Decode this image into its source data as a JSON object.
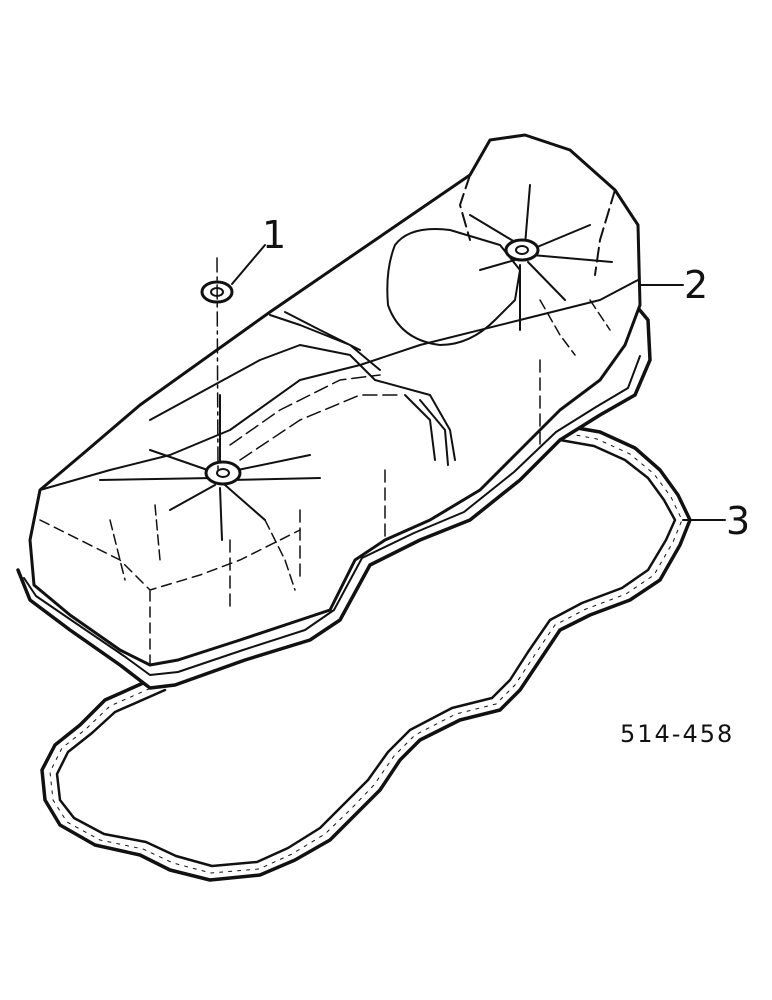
{
  "callouts": [
    {
      "id": "1",
      "label": "1"
    },
    {
      "id": "2",
      "label": "2"
    },
    {
      "id": "3",
      "label": "3"
    }
  ],
  "reference": "514-458",
  "colors": {
    "ink": "#111111",
    "paper": "#ffffff"
  }
}
